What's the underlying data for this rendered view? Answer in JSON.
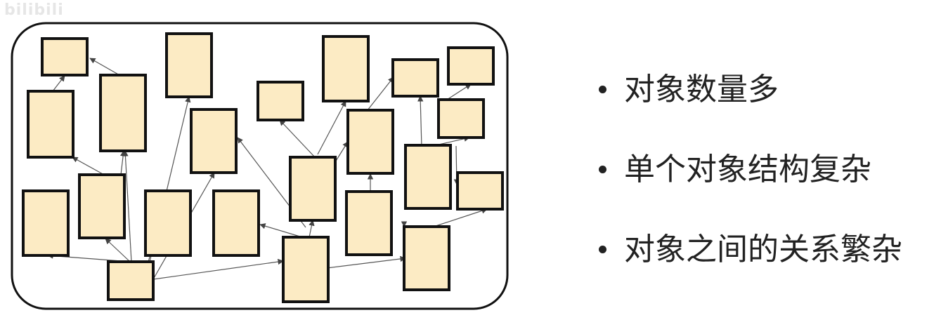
{
  "watermark": "bilibili",
  "colors": {
    "box_fill": "#fcebc4",
    "box_stroke": "#111111",
    "arrow": "#555555",
    "text": "#222222"
  },
  "bullets": [
    {
      "text": "对象数量多"
    },
    {
      "text": "单个对象结构复杂"
    },
    {
      "text": "对象之间的关系繁杂"
    }
  ]
}
